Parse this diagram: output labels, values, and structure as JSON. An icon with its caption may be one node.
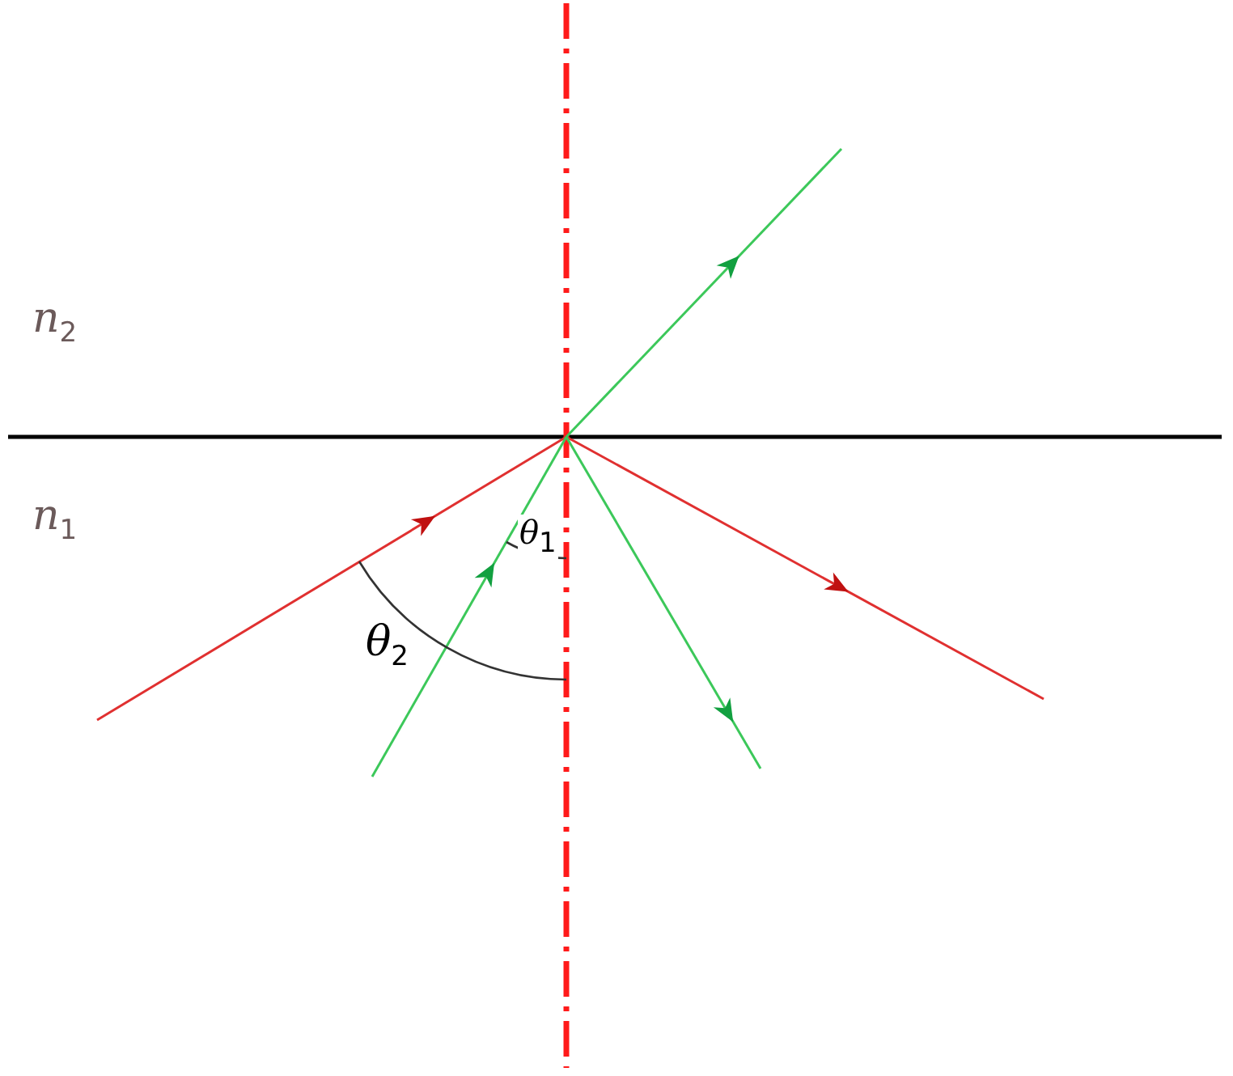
{
  "diagram": {
    "labels": [
      "*n*$_{2}$",
      "*n*$_{1}$",
      "*θ*$_{1}$",
      "*θ*$_{2}$"
    ]
  }
}
